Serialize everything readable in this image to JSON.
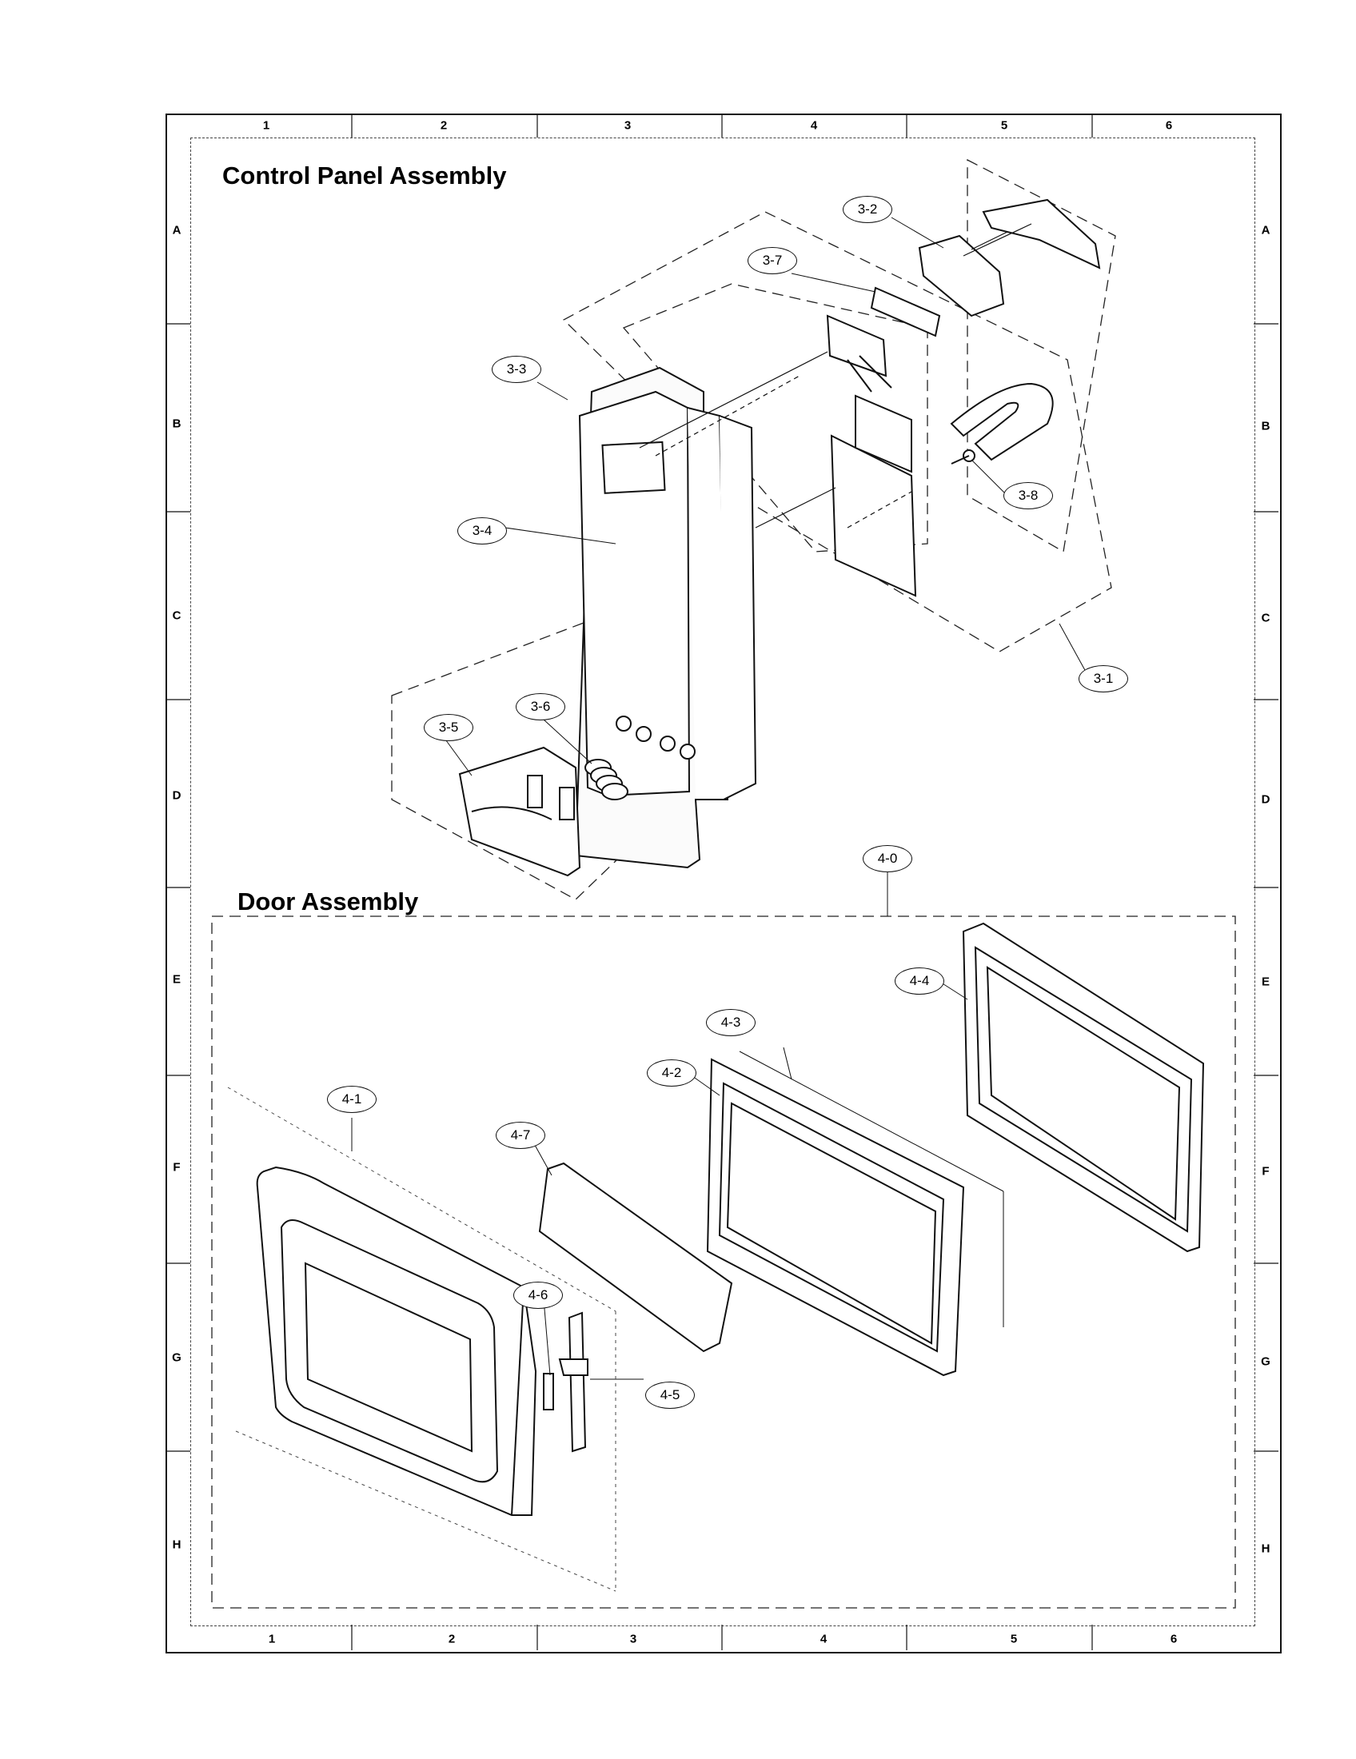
{
  "sections": {
    "control_panel_title": "Control Panel Assembly",
    "door_title": "Door Assembly"
  },
  "grid": {
    "columns": [
      "1",
      "2",
      "3",
      "4",
      "5",
      "6"
    ],
    "rows": [
      "A",
      "B",
      "C",
      "D",
      "E",
      "F",
      "G",
      "H"
    ]
  },
  "callouts": {
    "c3_1": "3-1",
    "c3_2": "3-2",
    "c3_3": "3-3",
    "c3_4": "3-4",
    "c3_5": "3-5",
    "c3_6": "3-6",
    "c3_7": "3-7",
    "c3_8": "3-8",
    "c4_0": "4-0",
    "c4_1": "4-1",
    "c4_2": "4-2",
    "c4_3": "4-3",
    "c4_4": "4-4",
    "c4_5": "4-5",
    "c4_6": "4-6",
    "c4_7": "4-7"
  }
}
